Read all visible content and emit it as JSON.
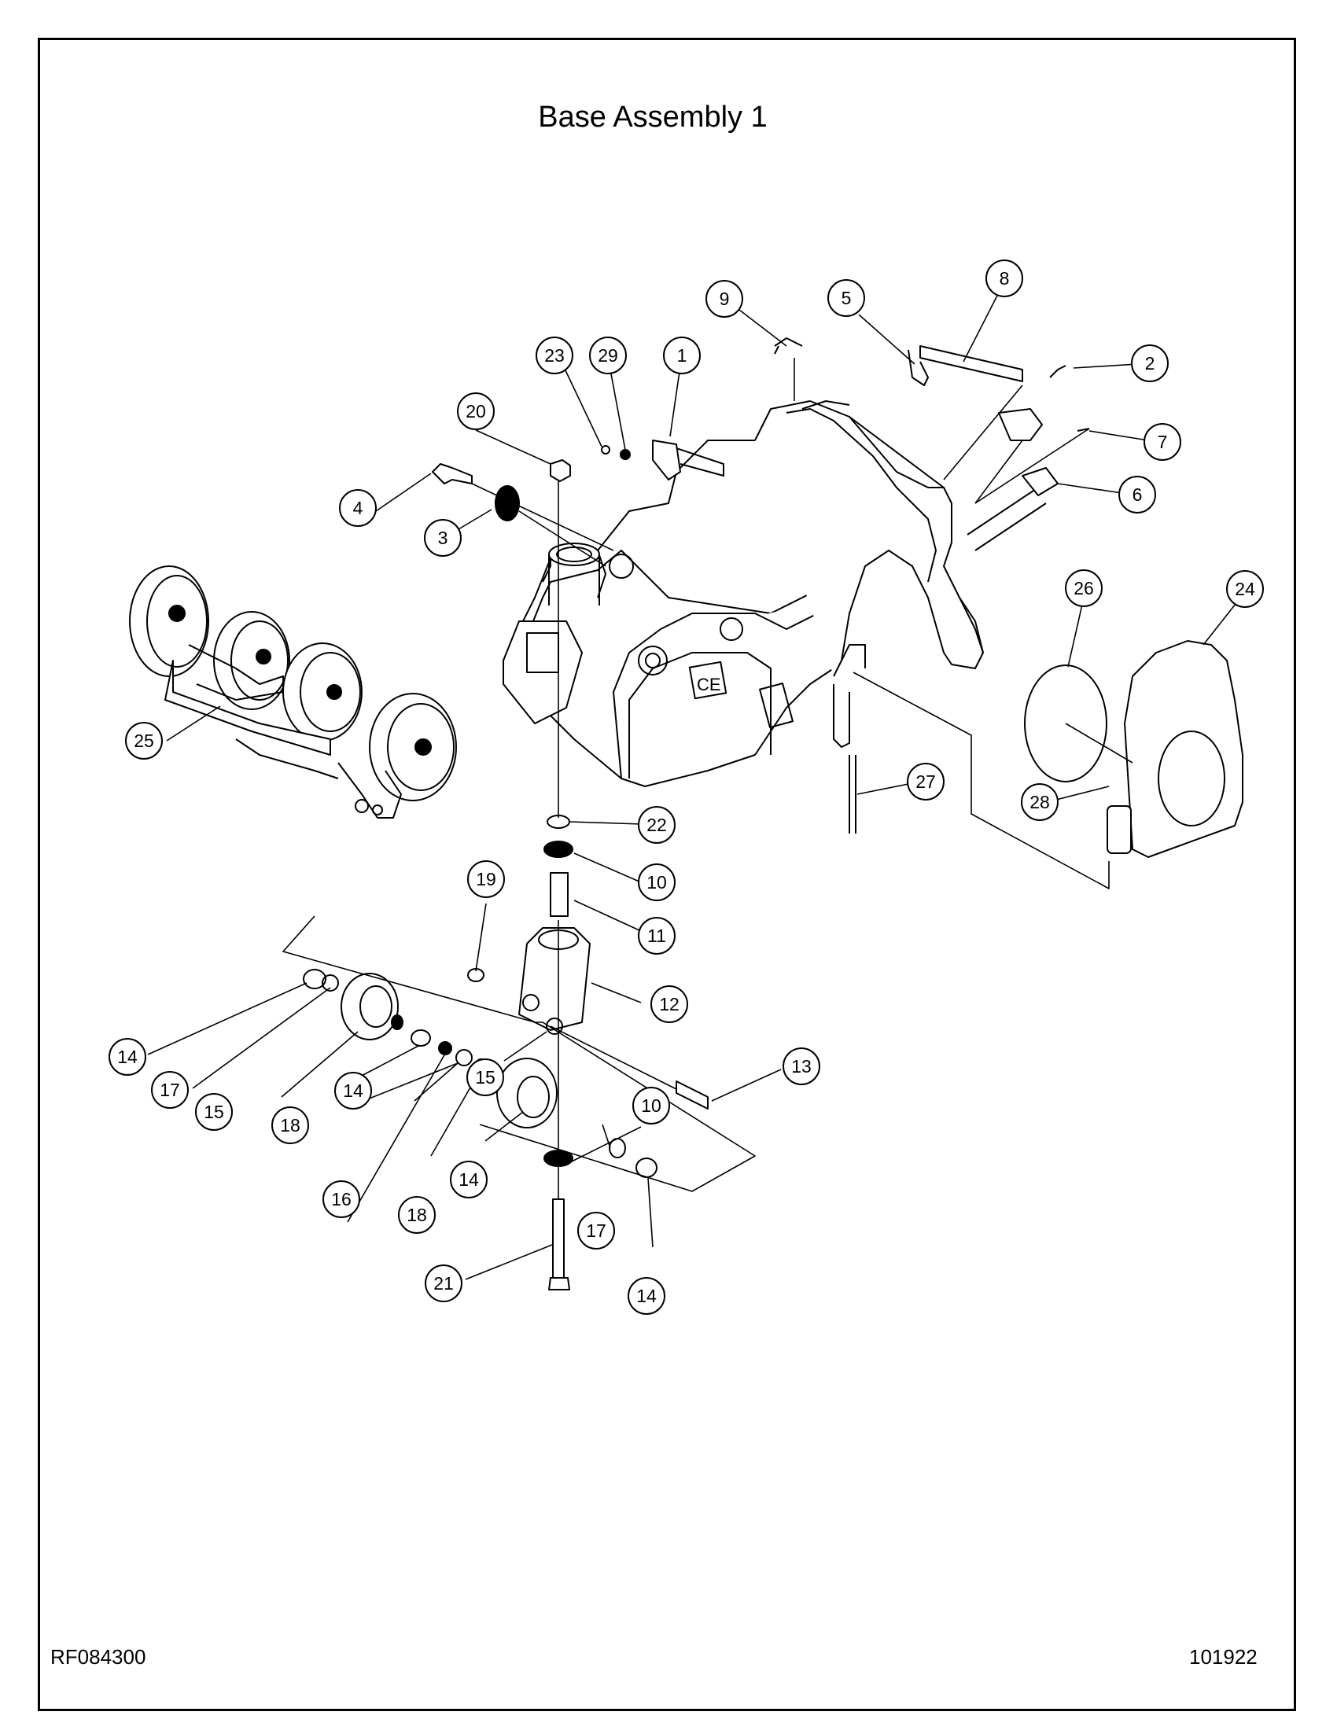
{
  "title": "Base Assembly 1",
  "document_number": "RF084300",
  "revision_date": "101922",
  "callouts": [
    {
      "label": "1"
    },
    {
      "label": "2"
    },
    {
      "label": "3"
    },
    {
      "label": "4"
    },
    {
      "label": "5"
    },
    {
      "label": "6"
    },
    {
      "label": "7"
    },
    {
      "label": "8"
    },
    {
      "label": "9"
    },
    {
      "label": "10"
    },
    {
      "label": "10"
    },
    {
      "label": "11"
    },
    {
      "label": "12"
    },
    {
      "label": "13"
    },
    {
      "label": "14"
    },
    {
      "label": "14"
    },
    {
      "label": "14"
    },
    {
      "label": "14"
    },
    {
      "label": "15"
    },
    {
      "label": "15"
    },
    {
      "label": "16"
    },
    {
      "label": "17"
    },
    {
      "label": "17"
    },
    {
      "label": "18"
    },
    {
      "label": "18"
    },
    {
      "label": "19"
    },
    {
      "label": "20"
    },
    {
      "label": "21"
    },
    {
      "label": "22"
    },
    {
      "label": "23"
    },
    {
      "label": "24"
    },
    {
      "label": "25"
    },
    {
      "label": "26"
    },
    {
      "label": "27"
    },
    {
      "label": "28"
    },
    {
      "label": "29"
    }
  ]
}
